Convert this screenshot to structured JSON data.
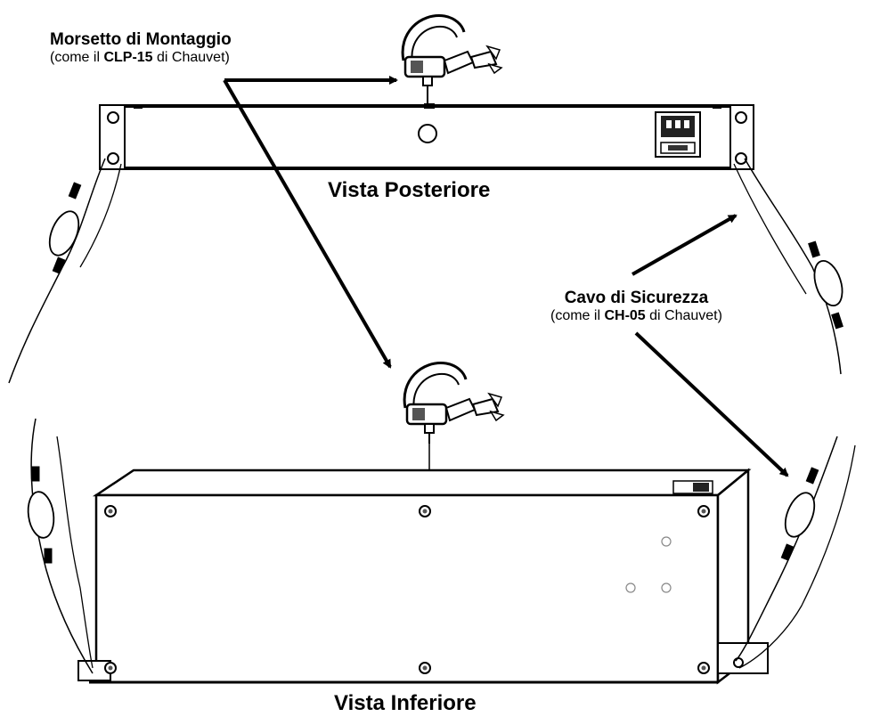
{
  "labels": {
    "clamp": {
      "title": "Morsetto di Montaggio",
      "sub_pre": "(come il ",
      "sub_bold": "CLP-15",
      "sub_post": " di Chauvet)"
    },
    "cable": {
      "title": "Cavo di Sicurezza",
      "sub_pre": "(come il ",
      "sub_bold": "CH-05",
      "sub_post": " di Chauvet)"
    },
    "rear_view": "Vista Posteriore",
    "bottom_view": "Vista Inferiore"
  },
  "colors": {
    "line": "#000000",
    "background": "#ffffff",
    "shade": "#555555"
  },
  "icons": [
    "mounting-clamp-icon",
    "safety-cable-icon",
    "power-inlet-icon"
  ]
}
